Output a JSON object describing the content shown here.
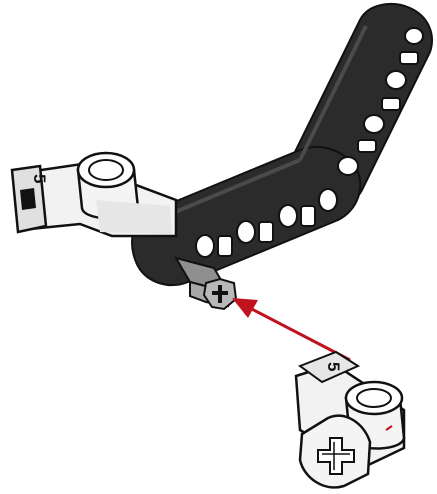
{
  "illustration": {
    "type": "building-instruction-step",
    "parts": {
      "connector_upper": {
        "number_label": "5",
        "icon": "angle-connector-icon"
      },
      "connector_lower": {
        "number_label": "5",
        "icon": "angle-connector-icon"
      },
      "beam": {
        "icon": "bent-liftarm-beam-icon"
      },
      "axle": {
        "icon": "axle-icon"
      }
    },
    "arrow": {
      "icon": "insert-arrow-icon",
      "color": "#c1121f"
    },
    "colors": {
      "beam": "#2b2b2b",
      "beam_edge": "#1a1a1a",
      "connector": "#f2f2f2",
      "axle": "#9a9a9a",
      "outline": "#111111"
    }
  }
}
